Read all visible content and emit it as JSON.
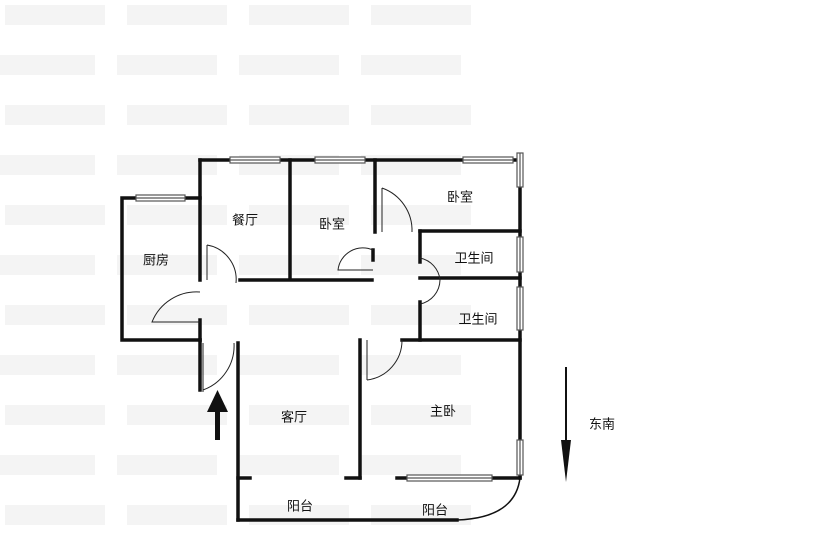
{
  "rooms": {
    "kitchen": "厨房",
    "dining": "餐厅",
    "bedroom_a": "卧室",
    "bedroom_b": "卧室",
    "bathroom_a": "卫生间",
    "bathroom_b": "卫生间",
    "living": "客厅",
    "master": "主卧",
    "balcony_a": "阳台",
    "balcony_b": "阳台"
  },
  "orientation": "东南",
  "colors": {
    "wall": "#111111",
    "window": "#888888",
    "watermark": "#f2f2f2"
  }
}
